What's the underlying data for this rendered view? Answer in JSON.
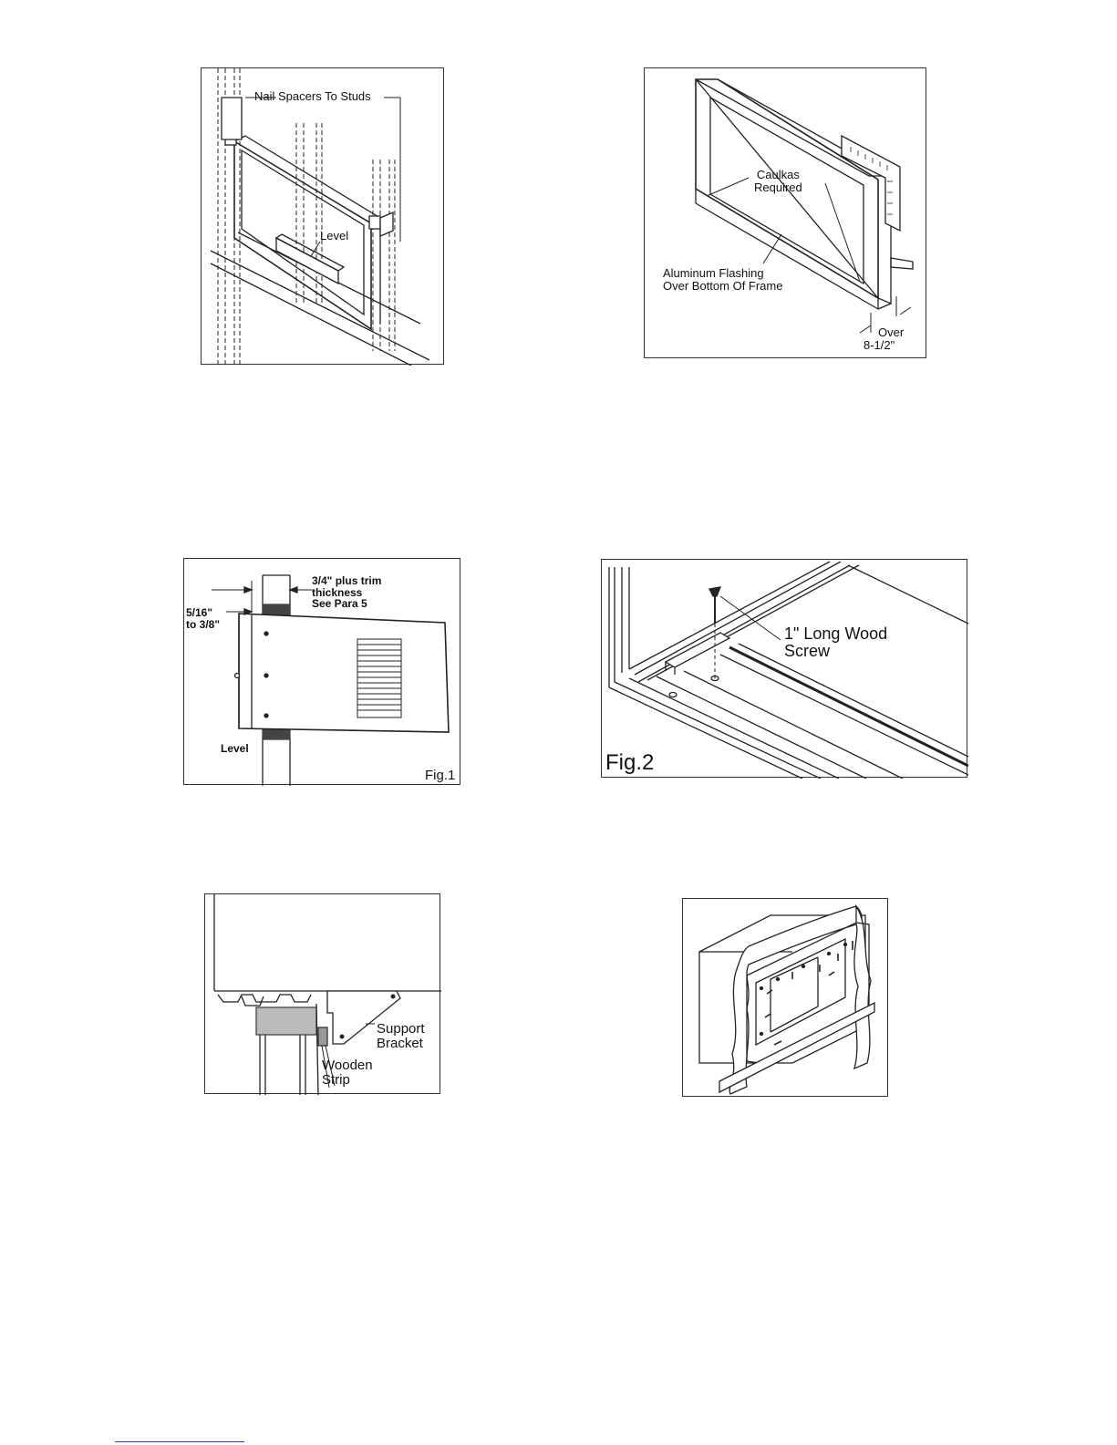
{
  "figA": {
    "label_studs": "Nail Spacers To Studs",
    "label_level": "Level"
  },
  "figB": {
    "label_caulk_1": "Caulkas",
    "label_caulk_2": "Required",
    "label_flash_1": "Aluminum Flashing",
    "label_flash_2": "Over Bottom Of Frame",
    "label_over_1": "Over",
    "label_over_2": "8-1/2\""
  },
  "fig1": {
    "label_trim_1": "3/4\" plus trim",
    "label_trim_2": "thickness",
    "label_trim_3": "See Para 5",
    "label_gap_1": "5/16\"",
    "label_gap_2": "to 3/8\"",
    "label_level": "Level",
    "caption": "Fig.1"
  },
  "fig2": {
    "label_screw_1": "1\" Long Wood",
    "label_screw_2": "Screw",
    "caption": "Fig.2"
  },
  "figE": {
    "label_bracket_1": "Support",
    "label_bracket_2": "Bracket",
    "label_strip_1": "Wooden",
    "label_strip_2": "Strip"
  },
  "figF": {}
}
